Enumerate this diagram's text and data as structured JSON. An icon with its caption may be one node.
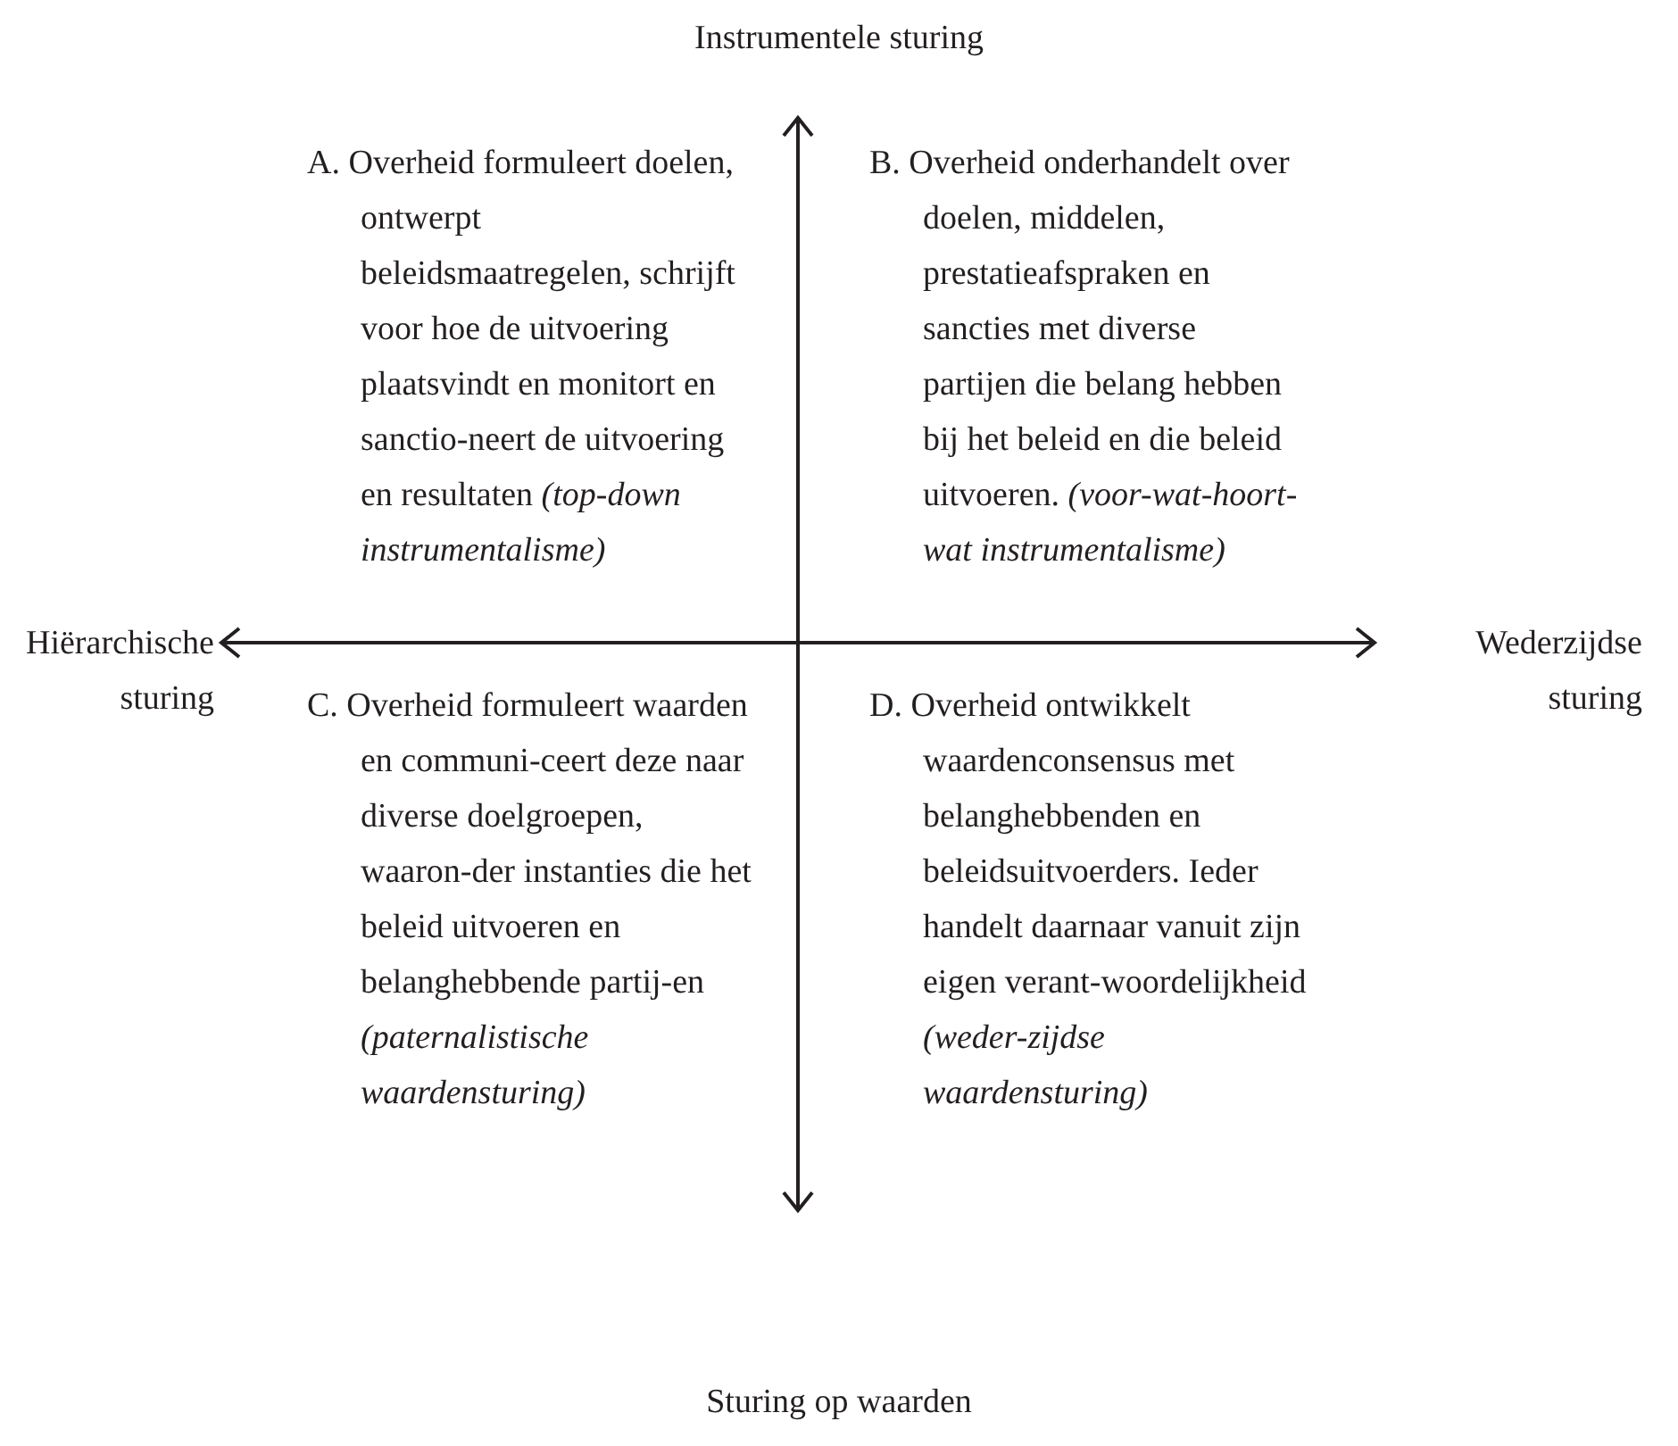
{
  "diagram": {
    "labels": [
      "Instrumentele sturing",
      "A. Overheid formuleert doelen, ontwerpt beleidsmaatregelen, schrijft voor hoe de uitvoering plaatsvindt en monitort en sanctio-neert de uitvoering en resultaten *(top-down instrumentalisme)*",
      "B. Overheid onderhandelt over doelen, middelen, prestatieafspraken en sancties met diverse partijen die belang hebben bij het beleid en die beleid uitvoeren. *(voor-wat-hoort-wat instrumentalisme)*",
      "Hiërarchische sturing",
      "Wederzijdse sturing",
      "C. Overheid formuleert waarden en communi-ceert deze naar diverse doelgroepen, waaron-der instanties die het beleid uitvoeren en belanghebbende partij-en *(paternalistische waardensturing)*",
      "D. Overheid ontwikkelt waardenconsensus met belanghebbenden en beleidsuitvoerders. Ieder handelt daarnaar vanuit zijn eigen verant-woordelijkheid *(weder-zijdse waardensturing)*",
      "Sturing op waarden"
    ]
  }
}
